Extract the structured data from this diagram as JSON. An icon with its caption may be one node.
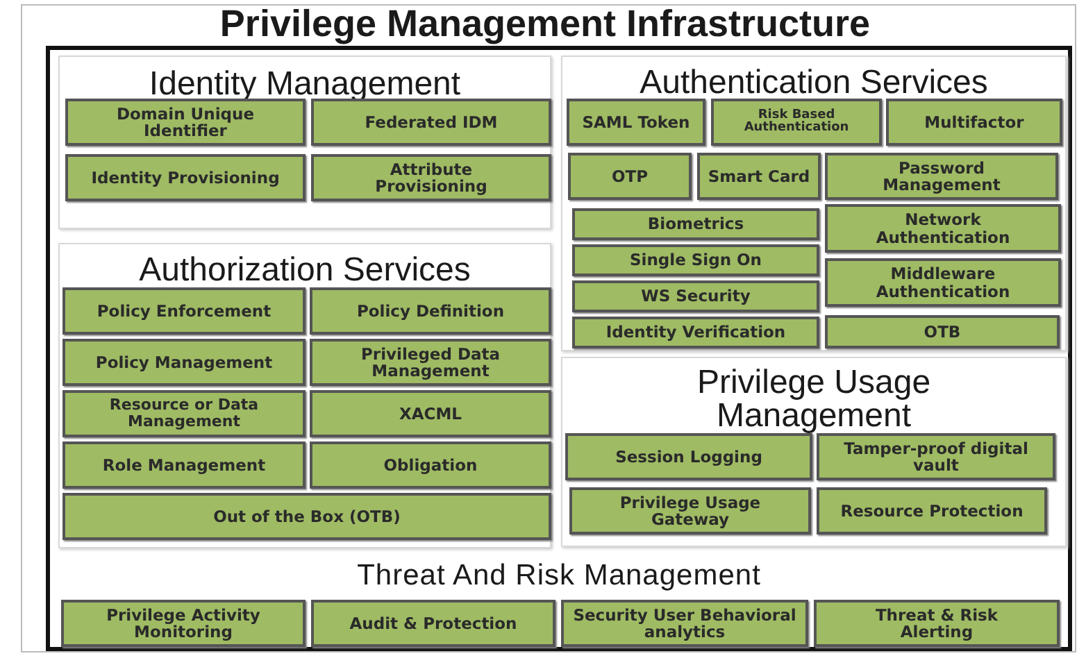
{
  "diagram": {
    "nodes": [
      {
        "text": [
          "Privilege Management Infrastructure"
        ]
      },
      {
        "text": [
          "Identity Management"
        ],
        "in": 0
      },
      {
        "text": [
          "Domain Unique Identifier"
        ],
        "in": 1
      },
      {
        "text": [
          "Federated IDM"
        ],
        "in": 1
      },
      {
        "text": [
          "Identity Provisioning"
        ],
        "in": 1
      },
      {
        "text": [
          "Attribute Provisioning"
        ],
        "in": 1
      },
      {
        "text": [
          "Authentication Services"
        ],
        "in": 0
      },
      {
        "text": [
          "SAML Token"
        ],
        "in": 6
      },
      {
        "text": [
          "Risk Based Authentication"
        ],
        "in": 6
      },
      {
        "text": [
          "Multifactor"
        ],
        "in": 6
      },
      {
        "text": [
          "OTP"
        ],
        "in": 6
      },
      {
        "text": [
          "Smart Card"
        ],
        "in": 6
      },
      {
        "text": [
          "Password Management"
        ],
        "in": 6
      },
      {
        "text": [
          "Biometrics"
        ],
        "in": 6
      },
      {
        "text": [
          "Network Authentication"
        ],
        "in": 6
      },
      {
        "text": [
          "Single Sign On"
        ],
        "in": 6
      },
      {
        "text": [
          "Middleware Authentication"
        ],
        "in": 6
      },
      {
        "text": [
          "WS Security"
        ],
        "in": 6
      },
      {
        "text": [
          "Identity Verification"
        ],
        "in": 6
      },
      {
        "text": [
          "OTB"
        ],
        "in": 6
      },
      {
        "text": [
          "Authorization Services"
        ],
        "in": 0
      },
      {
        "text": [
          "Policy Enforcement"
        ],
        "in": 20
      },
      {
        "text": [
          "Policy Definition"
        ],
        "in": 20
      },
      {
        "text": [
          "Policy Management"
        ],
        "in": 20
      },
      {
        "text": [
          "Privileged Data Management"
        ],
        "in": 20
      },
      {
        "text": [
          "Resource or Data Management"
        ],
        "in": 20
      },
      {
        "text": [
          "XACML"
        ],
        "in": 20
      },
      {
        "text": [
          "Role Management"
        ],
        "in": 20
      },
      {
        "text": [
          "Obligation"
        ],
        "in": 20
      },
      {
        "text": [
          "Out of the Box (OTB)"
        ],
        "in": 20
      },
      {
        "text": [
          "Privilege Usage Management"
        ],
        "in": 0
      },
      {
        "text": [
          "Session Logging"
        ],
        "in": 30
      },
      {
        "text": [
          "Tamper-proof digital vault"
        ],
        "in": 30
      },
      {
        "text": [
          "Privilege Usage Gateway"
        ],
        "in": 30
      },
      {
        "text": [
          "Resource Protection"
        ],
        "in": 30
      },
      {
        "text": [
          "Privilege Activity Monitoring"
        ],
        "in": 0
      },
      {
        "text": [
          "Audit & Protection"
        ],
        "in": 0
      },
      {
        "text": [
          "Security User Behavioral analytics"
        ],
        "in": 0
      },
      {
        "text": [
          "Threat & Risk Alerting"
        ],
        "in": 0
      }
    ],
    "labels": [
      "Threat And Risk Management"
    ]
  }
}
